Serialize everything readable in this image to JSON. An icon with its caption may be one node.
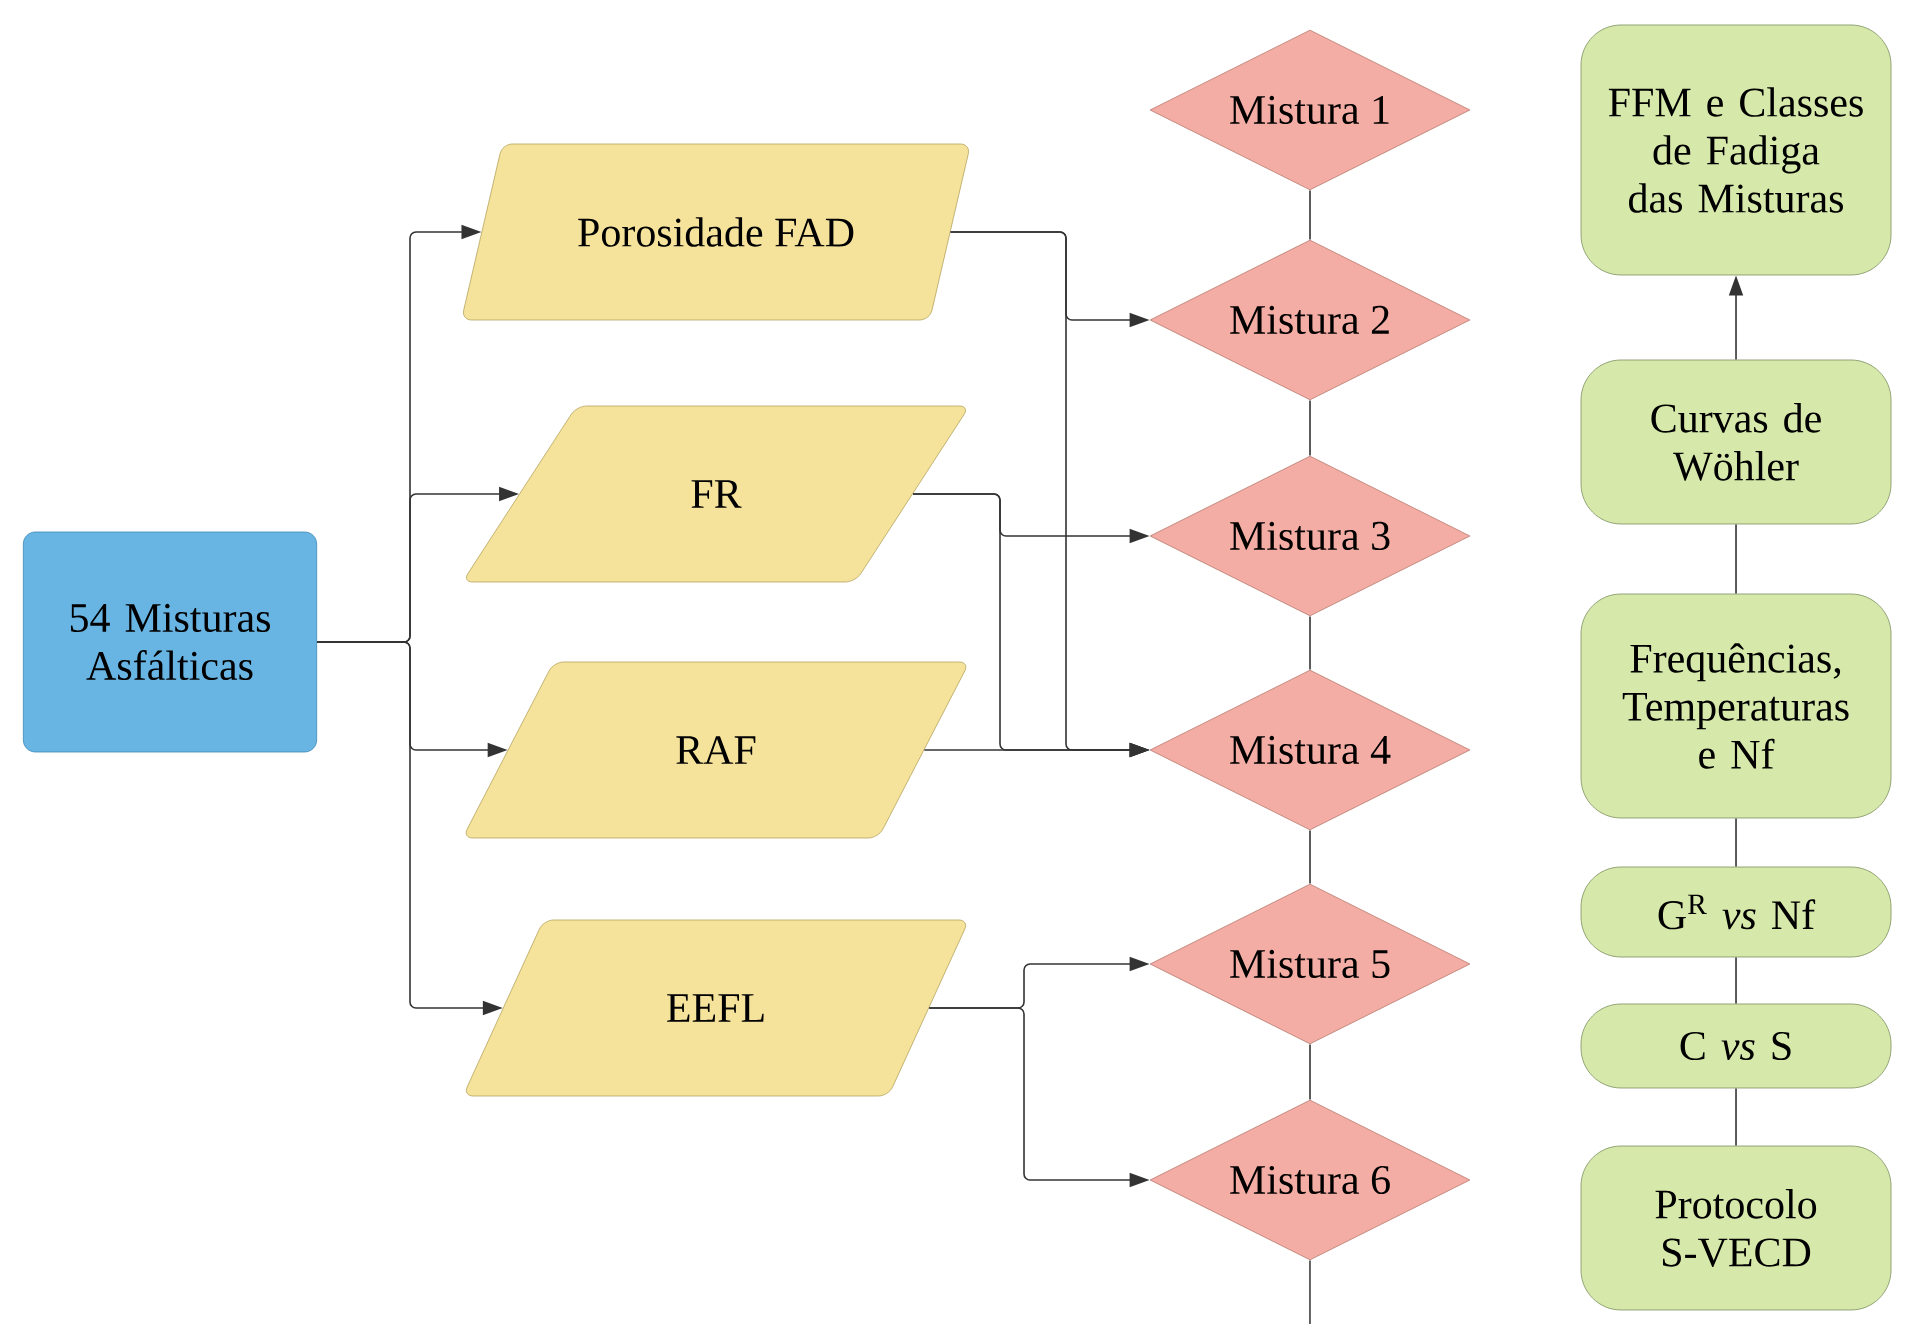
{
  "diagram": {
    "nodes": [
      {
        "text": [
          "54 Misturas Asfálticas"
        ]
      },
      {
        "text": [
          "Porosidade FAD"
        ]
      },
      {
        "text": [
          "FR"
        ]
      },
      {
        "text": [
          "RAF"
        ]
      },
      {
        "text": [
          "EEFL"
        ]
      },
      {
        "text": [
          "Mistura 1"
        ]
      },
      {
        "text": [
          "Mistura 2"
        ]
      },
      {
        "text": [
          "Mistura 3"
        ]
      },
      {
        "text": [
          "Mistura 4"
        ]
      },
      {
        "text": [
          "Mistura 5"
        ]
      },
      {
        "text": [
          "Mistura 6"
        ]
      },
      {
        "text": [
          "FFM e Classes de Fadiga das Misturas"
        ]
      },
      {
        "text": [
          "Curvas de Wöhler"
        ]
      },
      {
        "text": [
          "Frequências, Temperaturas e Nf"
        ]
      },
      {
        "text": [
          "G$^{R}$ *vs* Nf"
        ]
      },
      {
        "text": [
          "C *vs* S"
        ]
      },
      {
        "text": [
          "Protocolo S-VECD"
        ]
      }
    ],
    "edges": [
      {
        "from": 0,
        "to": 1,
        "arrow": "to"
      },
      {
        "from": 0,
        "to": 2,
        "arrow": "to"
      },
      {
        "from": 0,
        "to": 3,
        "arrow": "to"
      },
      {
        "from": 0,
        "to": 4,
        "arrow": "to"
      },
      {
        "from": 1,
        "to": 6,
        "arrow": "to"
      },
      {
        "from": 1,
        "to": 8,
        "arrow": "to"
      },
      {
        "from": 2,
        "to": 7,
        "arrow": "to"
      },
      {
        "from": 2,
        "to": 8,
        "arrow": "to"
      },
      {
        "from": 3,
        "to": 8,
        "arrow": "to"
      },
      {
        "from": 4,
        "to": 9,
        "arrow": "to"
      },
      {
        "from": 4,
        "to": 10,
        "arrow": "to"
      },
      {
        "from": 5,
        "to": 6,
        "arrow": "none"
      },
      {
        "from": 6,
        "to": 7,
        "arrow": "none"
      },
      {
        "from": 7,
        "to": 8,
        "arrow": "none"
      },
      {
        "from": 8,
        "to": 9,
        "arrow": "none"
      },
      {
        "from": 9,
        "to": 10,
        "arrow": "none"
      },
      {
        "from": 10,
        "to": null,
        "arrow": "none"
      },
      {
        "from": 16,
        "to": 15,
        "arrow": "none"
      },
      {
        "from": 15,
        "to": 14,
        "arrow": "none"
      },
      {
        "from": 14,
        "to": 13,
        "arrow": "none"
      },
      {
        "from": 13,
        "to": 12,
        "arrow": "none"
      },
      {
        "from": 12,
        "to": 11,
        "arrow": "to"
      }
    ]
  }
}
